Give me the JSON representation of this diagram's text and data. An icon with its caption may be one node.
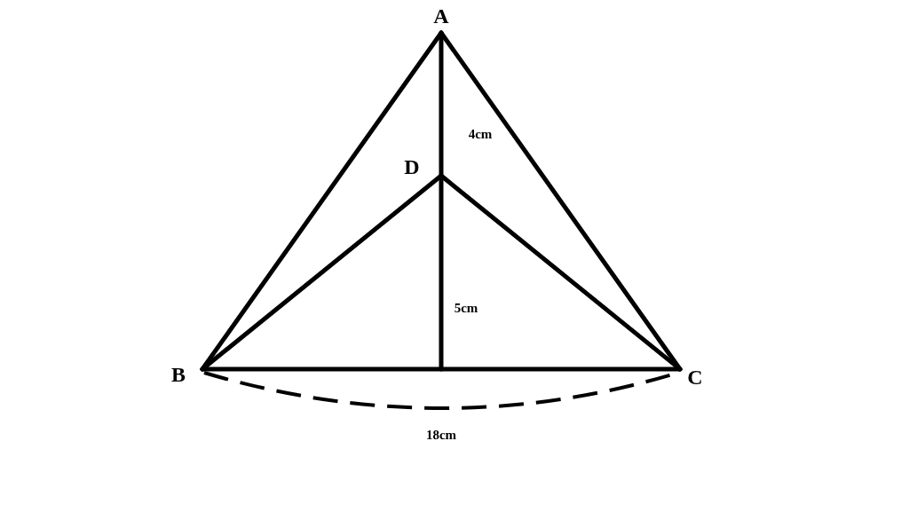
{
  "diagram": {
    "labels": [
      "A",
      "4cm",
      "D",
      "5cm",
      "B",
      "C",
      "18cm"
    ]
  }
}
